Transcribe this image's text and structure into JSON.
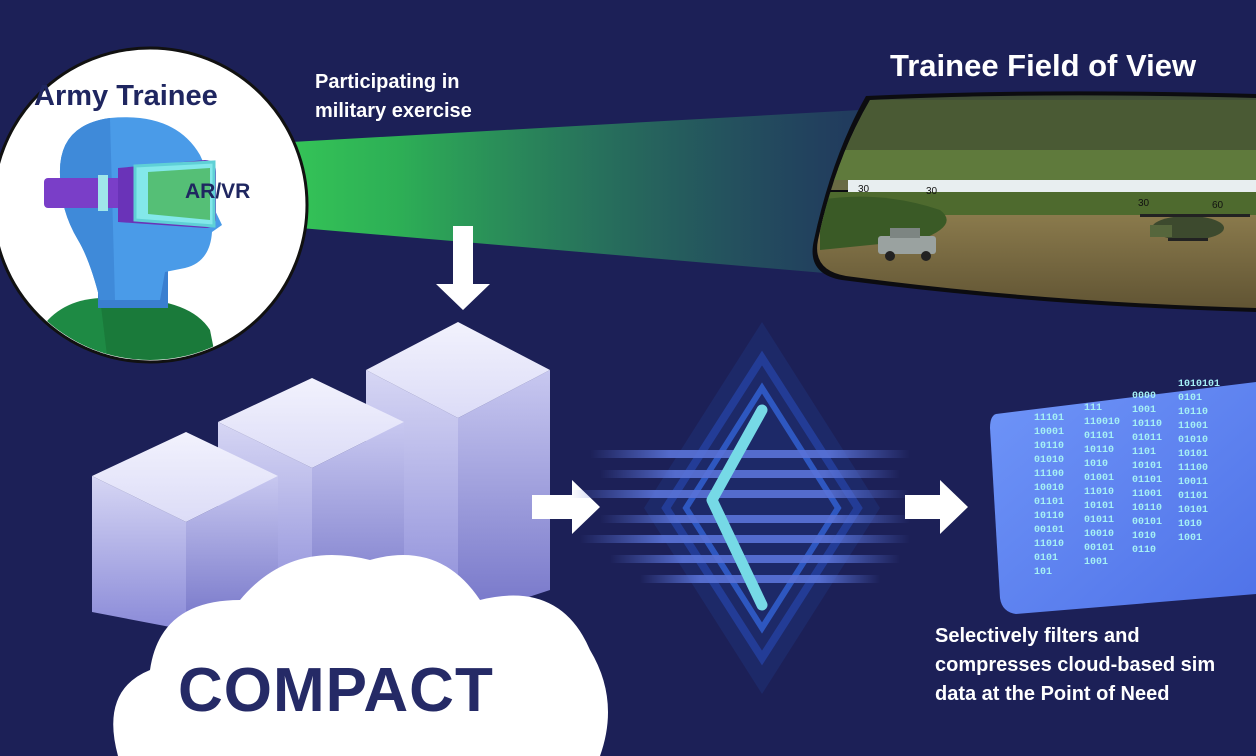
{
  "fov_title": "Trainee Field of View",
  "exercise_text_line1": "Participating in",
  "exercise_text_line2": "military exercise",
  "trainee_label": "Army Trainee",
  "headset_label": "AR/VR",
  "product_name": "COMPACT",
  "caption_line1": "Selectively filters and",
  "caption_line2": "compresses cloud-based sim",
  "caption_line3": "data at the Point of Need",
  "fov_scene_numbers": [
    "30",
    "30",
    "30",
    "60"
  ],
  "binary_columns": [
    [
      "11101",
      "10001",
      "10110",
      "01010",
      "11100",
      "10010",
      "01101",
      "10110",
      "00101",
      "11010",
      "0101",
      "101"
    ],
    [
      "111",
      "110010",
      "01101",
      "10110",
      "1010",
      "01001",
      "11010",
      "10101",
      "01011",
      "10010",
      "00101",
      "1001"
    ],
    [
      "0000",
      "1001",
      "10110",
      "01011",
      "1101",
      "10101",
      "01101",
      "11001",
      "10110",
      "00101",
      "1010",
      "0110"
    ],
    [
      "1010101",
      "0101",
      "10110",
      "11001",
      "01010",
      "10101",
      "11100",
      "10011",
      "01101",
      "10101",
      "1010",
      "1001"
    ]
  ],
  "colors": {
    "background": "#1c2057",
    "beam": "#3fe05a",
    "head": "#4a9be8",
    "headset": "#7a3ec8",
    "lens": "#83e8ea",
    "shirt": "#1a7a3a",
    "screen": "#6b8ff5",
    "binary": "#a5f0f5",
    "logo": "#76d9e6"
  },
  "icons": {
    "down_arrow": "down-arrow-icon",
    "right_arrows": "right-arrow-icon",
    "logo": "diamond-logo-icon",
    "cloud": "cloud-icon"
  }
}
